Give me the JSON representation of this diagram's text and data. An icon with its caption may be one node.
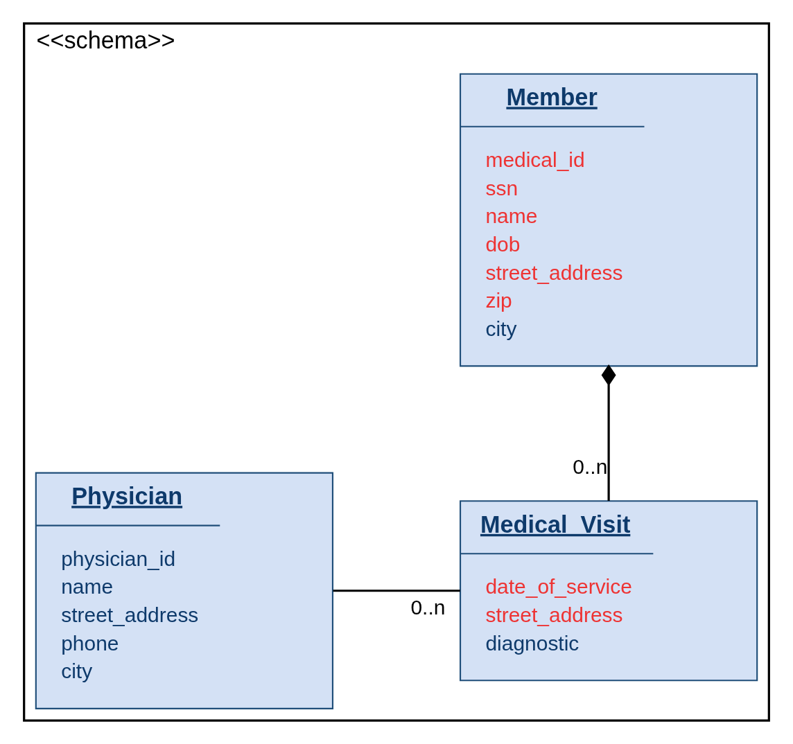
{
  "diagram": {
    "nodes": [
      {
        "text": [
          "<<schema>>"
        ]
      },
      {
        "text": [
          "Member",
          "medical_id",
          "ssn",
          "name",
          "dob",
          "street_address",
          "zip",
          "city"
        ],
        "in": 0
      },
      {
        "text": [
          "Physician",
          "physician_id",
          "name",
          "street_address",
          "phone",
          "city"
        ],
        "in": 0
      },
      {
        "text": [
          "Medical_Visit",
          "date_of_service",
          "street_address",
          "diagnostic"
        ],
        "in": 0
      }
    ],
    "edges": [
      {
        "from": 1,
        "to": 3,
        "arrow": "other",
        "label": "0..n"
      },
      {
        "from": 2,
        "to": 3,
        "arrow": "none",
        "label": "0..n"
      }
    ]
  }
}
